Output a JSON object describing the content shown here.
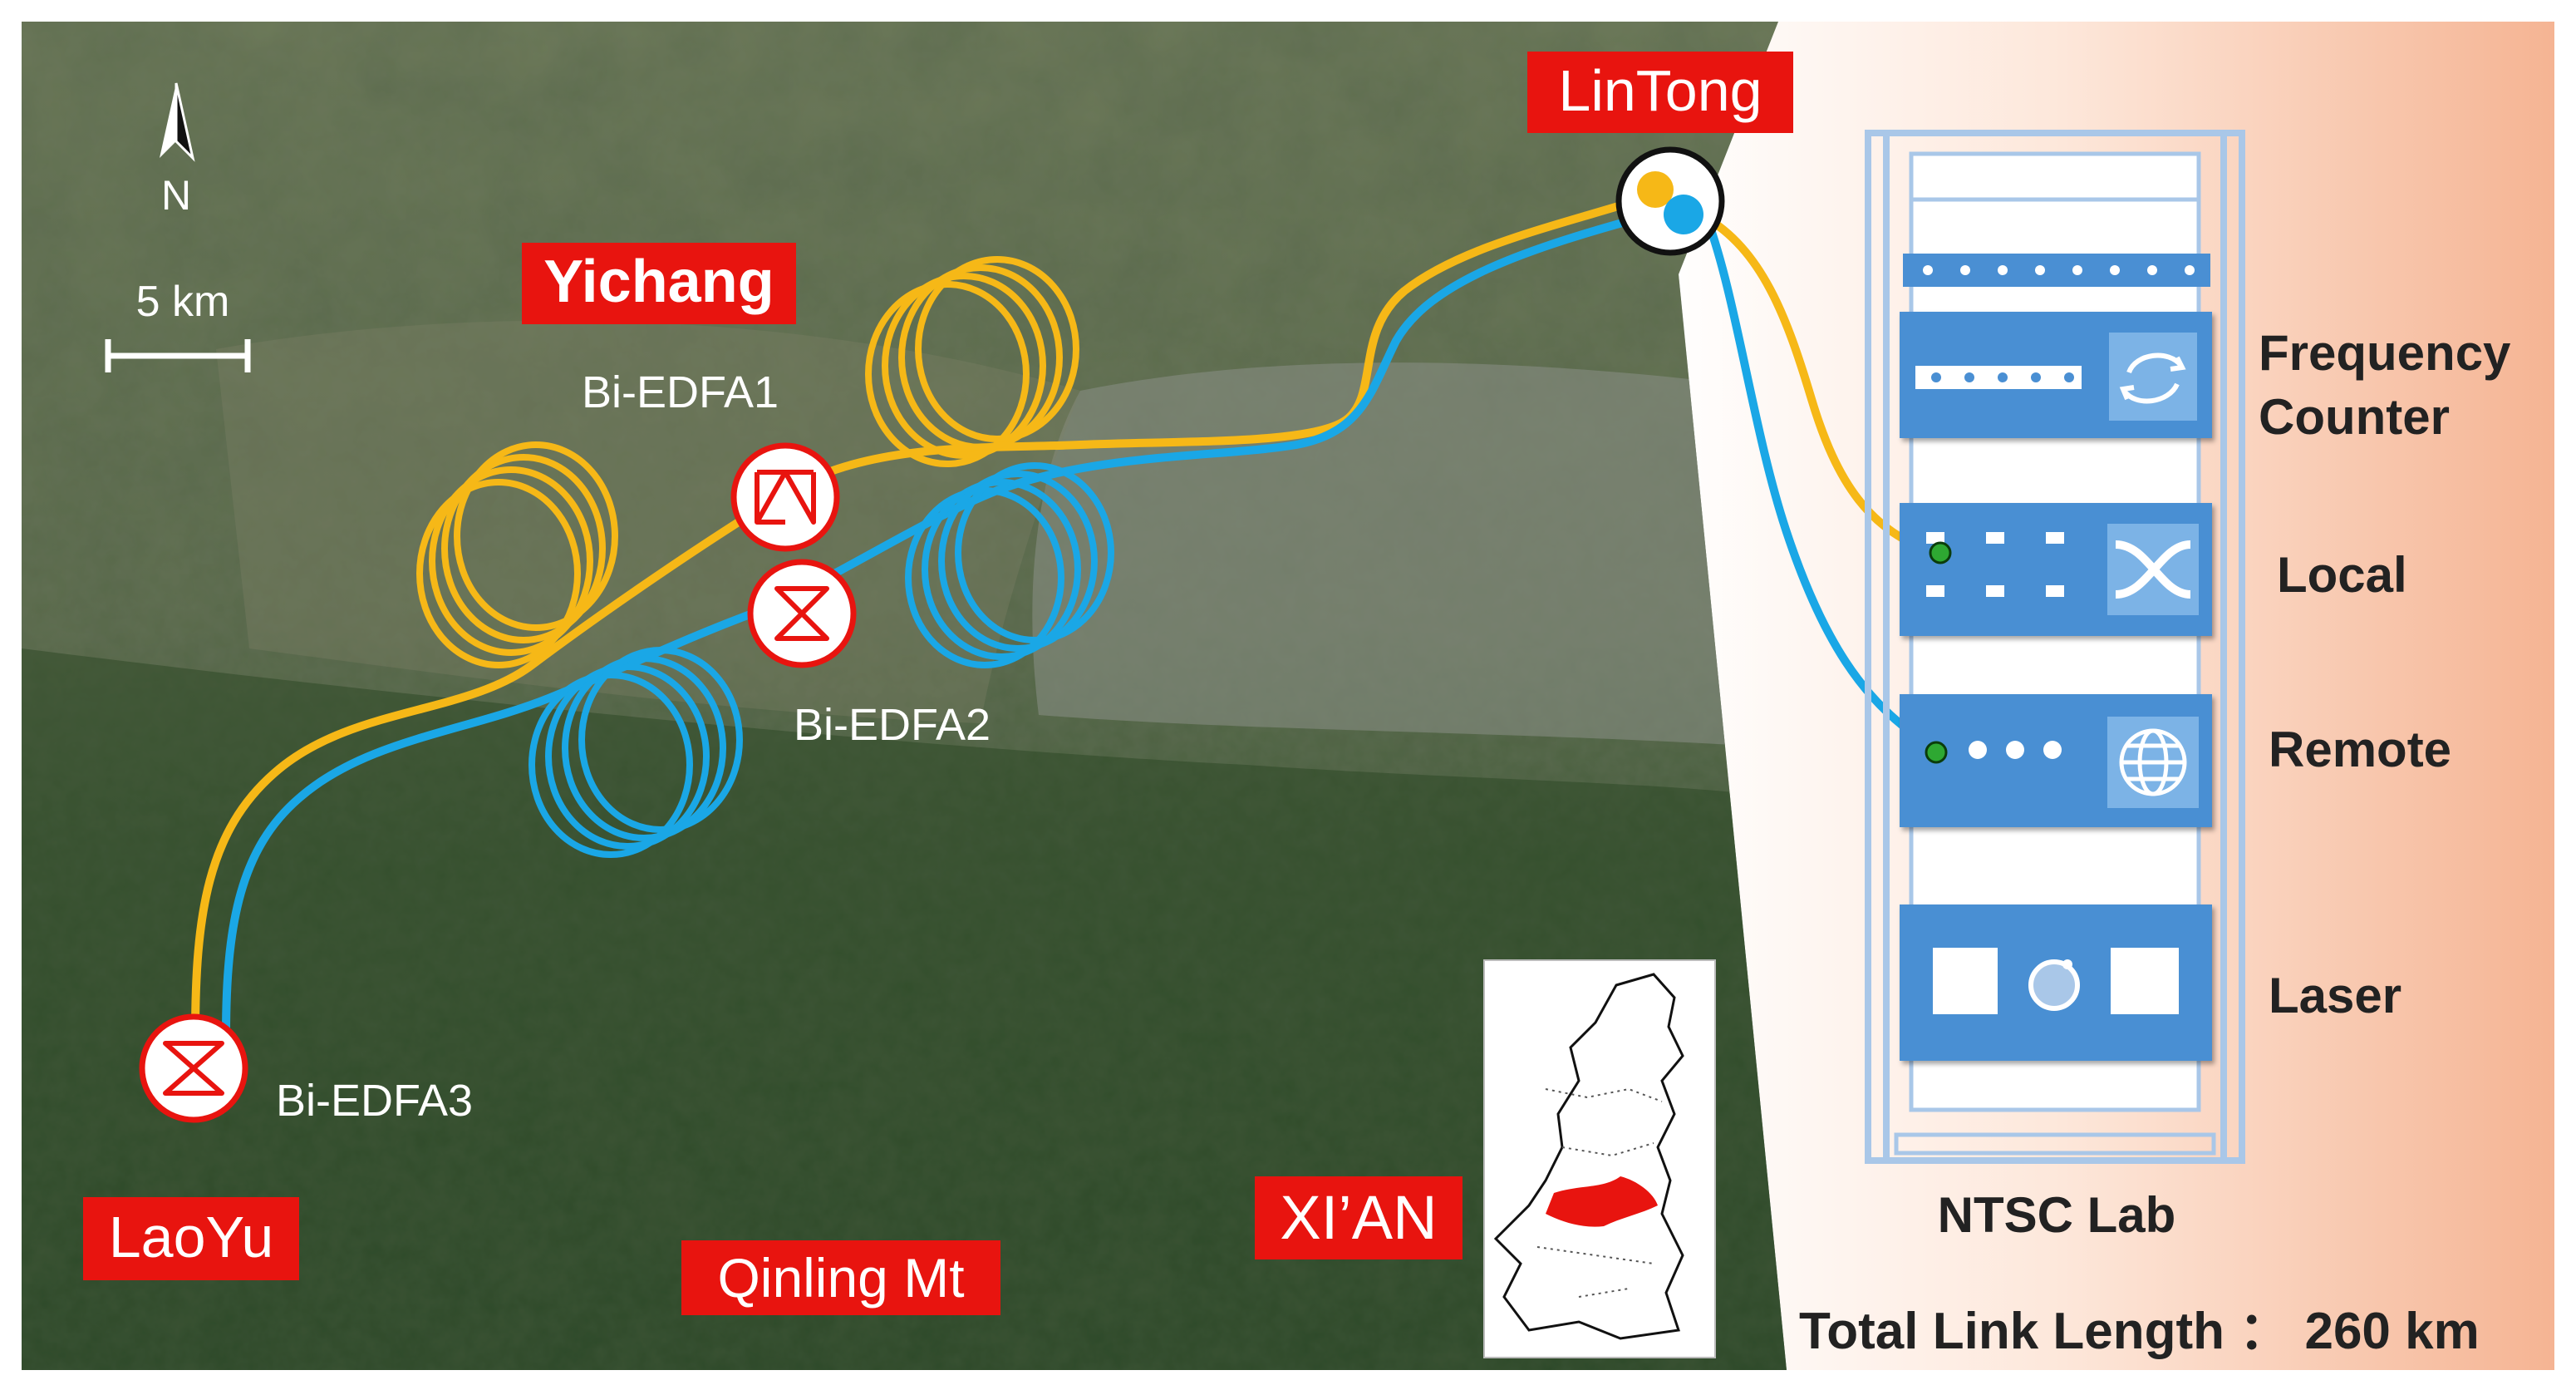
{
  "map": {
    "north": "N",
    "scale": "5 km",
    "places": {
      "lintong": "LinTong",
      "yichang": "Yichang",
      "laoyu": "LaoYu",
      "xian": "XI’AN",
      "qinling": "Qinling Mt"
    },
    "amplifiers": [
      "Bi-EDFA1",
      "Bi-EDFA2",
      "Bi-EDFA3"
    ]
  },
  "lab": {
    "modules": [
      "Frequency Counter",
      "Local",
      "Remote",
      "Laser"
    ],
    "title": "NTSC Lab",
    "total_label": "Total Link Length",
    "total_value": "260 km"
  },
  "colors": {
    "fiber_a": "#f6b817",
    "fiber_b": "#1aa7e6",
    "label_bg": "#e8140f",
    "rack_frame": "#a9c7e8",
    "rack_module": "#4a8fd3",
    "lab_bg_left": "#ffffff",
    "lab_bg_right": "#f6b999",
    "province_highlight": "#e8140f"
  }
}
